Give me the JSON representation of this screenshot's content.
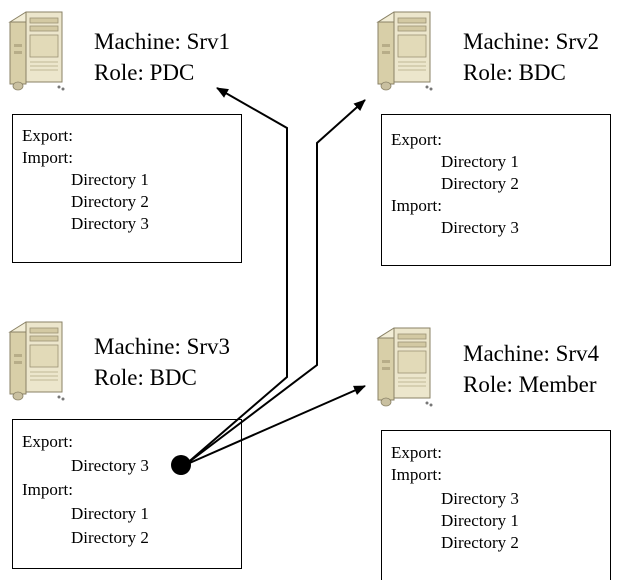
{
  "machines": [
    {
      "machine": "Machine: Srv1",
      "role": "Role: PDC",
      "lines": [
        {
          "text": "Export:",
          "indent": false
        },
        {
          "text": "Import:",
          "indent": false
        },
        {
          "text": "Directory 1",
          "indent": true
        },
        {
          "text": "Directory 2",
          "indent": true
        },
        {
          "text": "Directory 3",
          "indent": true
        }
      ]
    },
    {
      "machine": "Machine: Srv2",
      "role": "Role: BDC",
      "lines": [
        {
          "text": "Export:",
          "indent": false
        },
        {
          "text": "Directory 1",
          "indent": true
        },
        {
          "text": "Directory 2",
          "indent": true
        },
        {
          "text": "Import:",
          "indent": false
        },
        {
          "text": "Directory 3",
          "indent": true
        }
      ]
    },
    {
      "machine": "Machine: Srv3",
      "role": "Role: BDC",
      "lines": [
        {
          "text": "Export:",
          "indent": false
        },
        {
          "text": "Directory 3",
          "indent": true
        },
        {
          "text": "Import:",
          "indent": false
        },
        {
          "text": "Directory 1",
          "indent": true
        },
        {
          "text": "Directory 2",
          "indent": true
        }
      ]
    },
    {
      "machine": "Machine: Srv4",
      "role": "Role: Member",
      "lines": [
        {
          "text": "Export:",
          "indent": false
        },
        {
          "text": "Import:",
          "indent": false
        },
        {
          "text": "Directory 3",
          "indent": true
        },
        {
          "text": "Directory 1",
          "indent": true
        },
        {
          "text": "Directory 2",
          "indent": true
        }
      ]
    }
  ],
  "icons": {
    "server": "server-tower-icon",
    "source": "replication-source-dot-icon",
    "arrow": "arrowhead-icon"
  },
  "colors": {
    "stroke": "#000000",
    "server_body": "#e9e3c8",
    "server_shade": "#cfc5a0"
  }
}
